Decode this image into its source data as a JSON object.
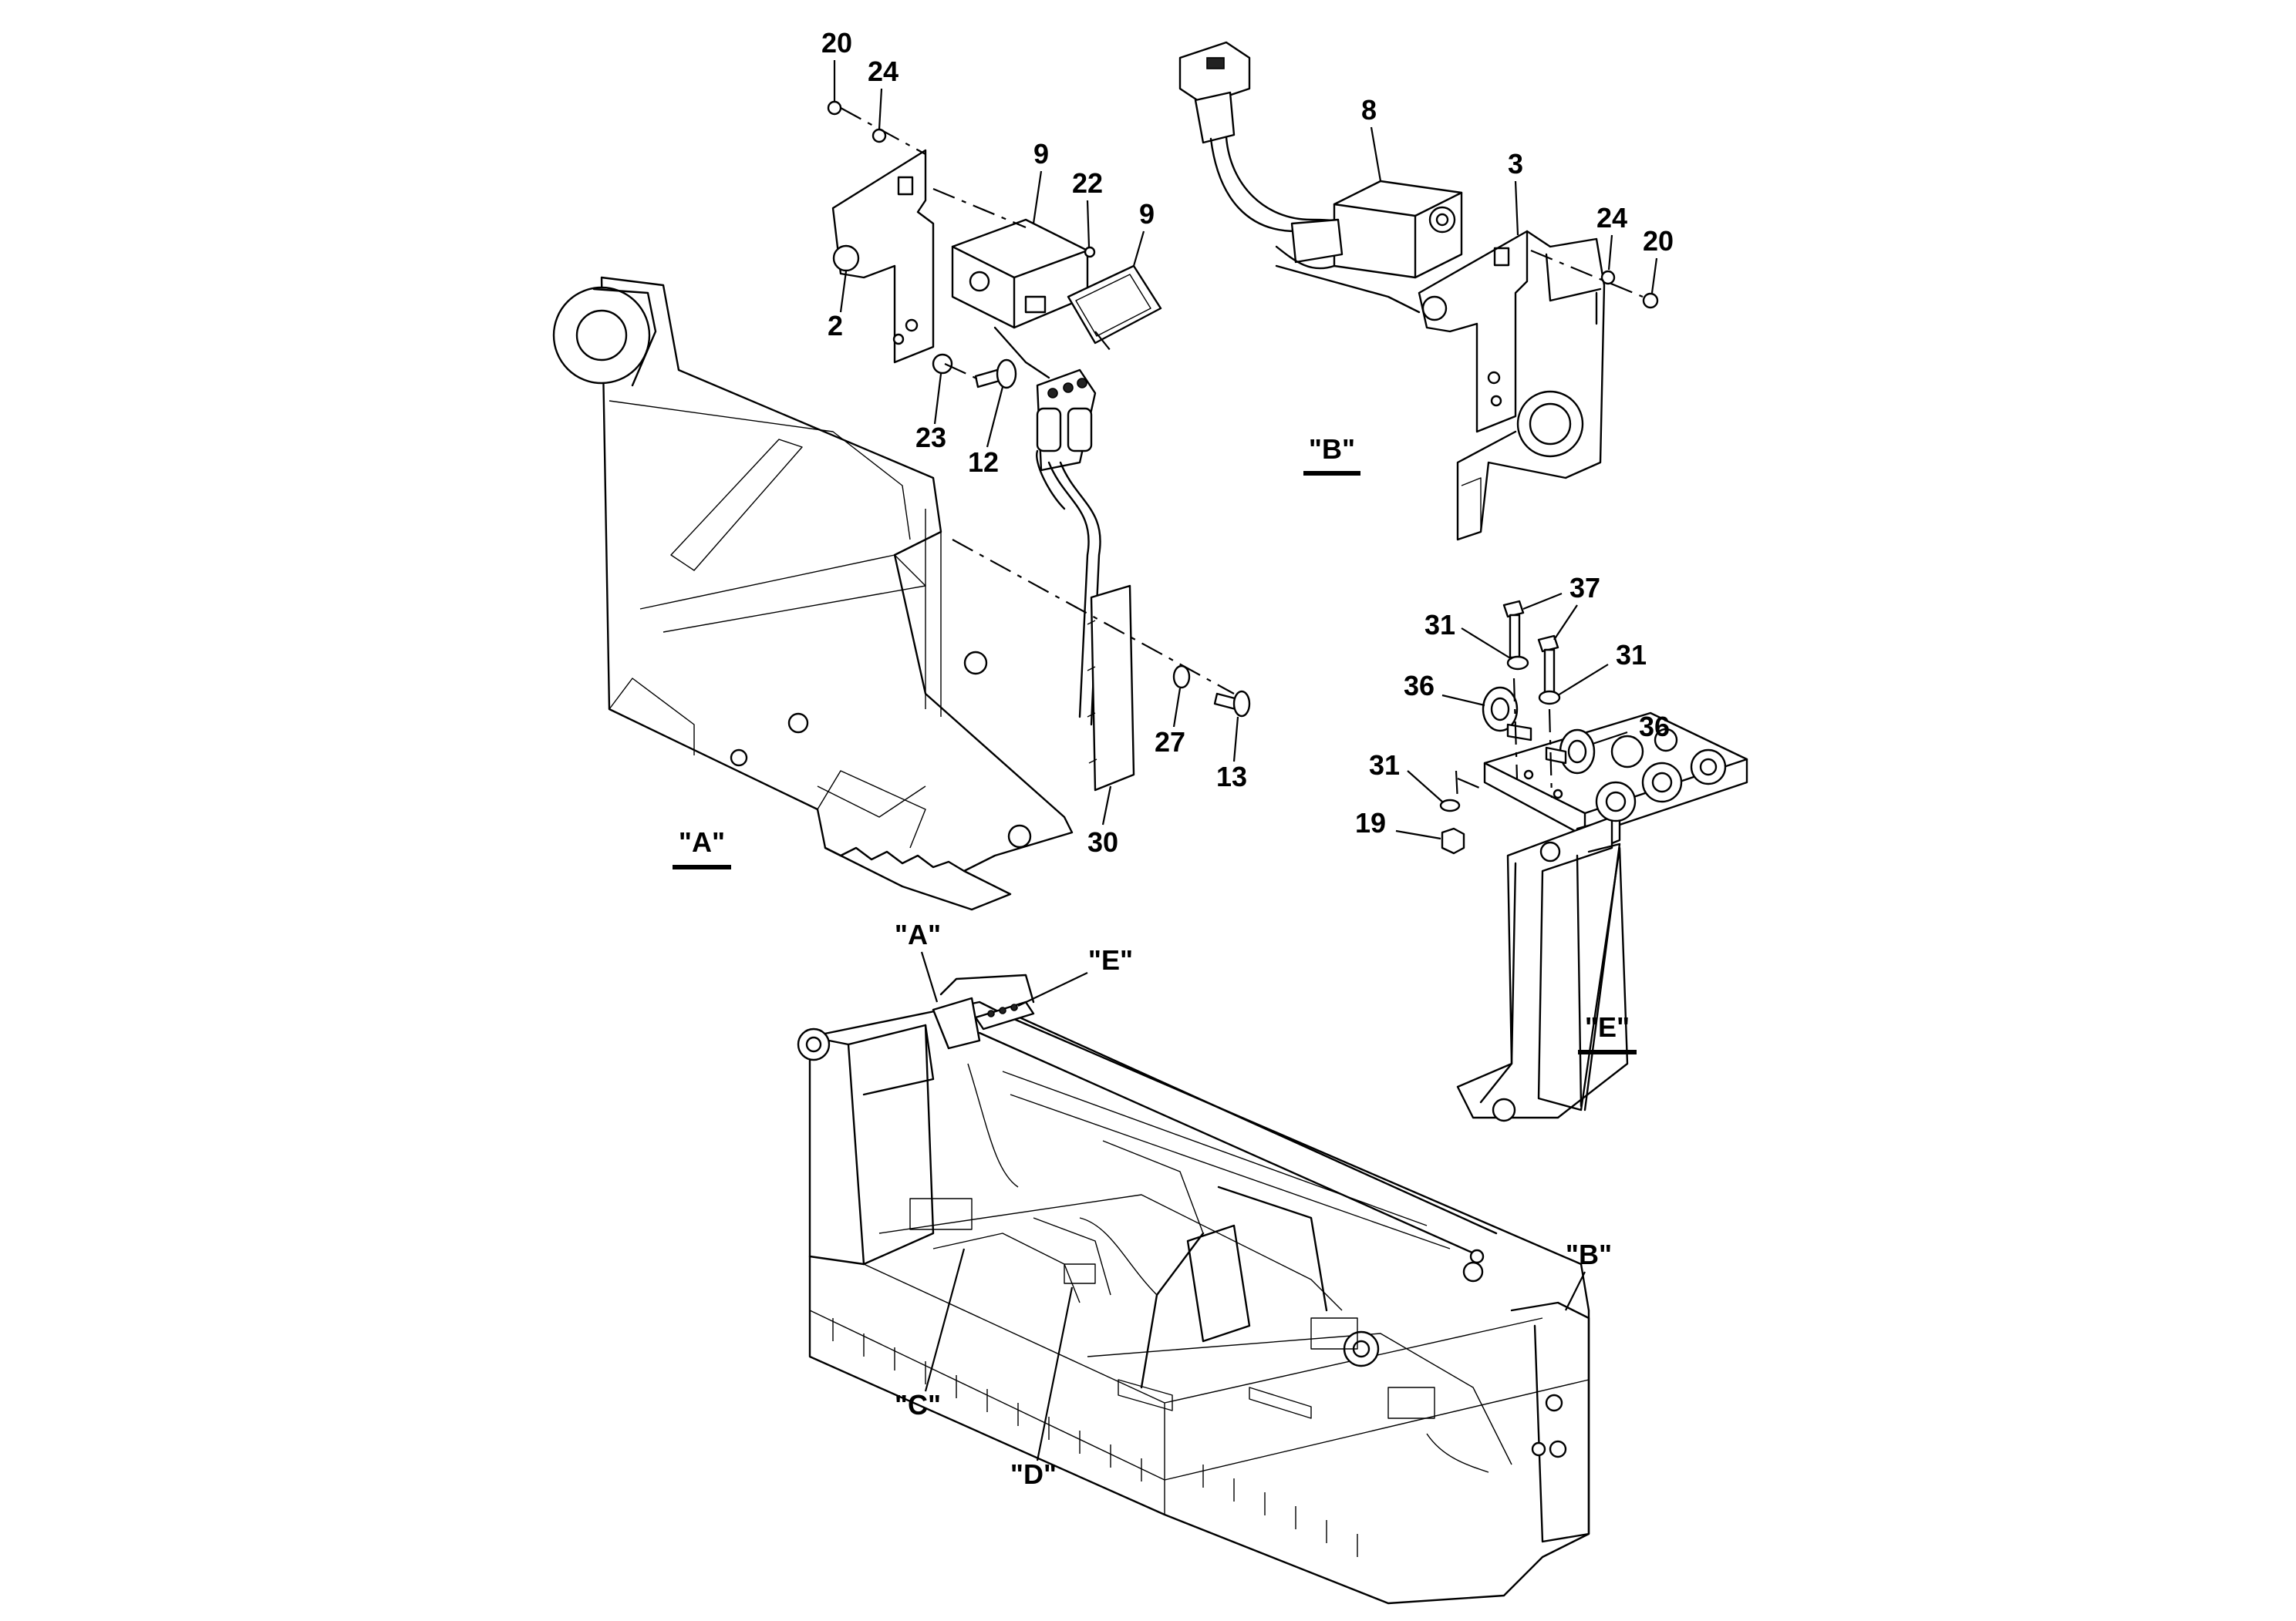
{
  "callouts": {
    "a_20": "20",
    "a_24": "24",
    "a_9_box": "9",
    "a_22": "22",
    "a_9_cover": "9",
    "a_2": "2",
    "a_23": "23",
    "a_12": "12",
    "a_27": "27",
    "a_13": "13",
    "a_30": "30",
    "b_8": "8",
    "b_3": "3",
    "b_24": "24",
    "b_20": "20",
    "e_37": "37",
    "e_31_top": "31",
    "e_31_right": "31",
    "e_36_left": "36",
    "e_36_right": "36",
    "e_31_lower": "31",
    "e_19": "19"
  },
  "views": {
    "detail_a": "\"A\"",
    "detail_b": "\"B\"",
    "detail_e": "\"E\"",
    "overview_a": "\"A\"",
    "overview_e": "\"E\"",
    "overview_b": "\"B\"",
    "overview_c": "\"C\"",
    "overview_d": "\"D\""
  }
}
